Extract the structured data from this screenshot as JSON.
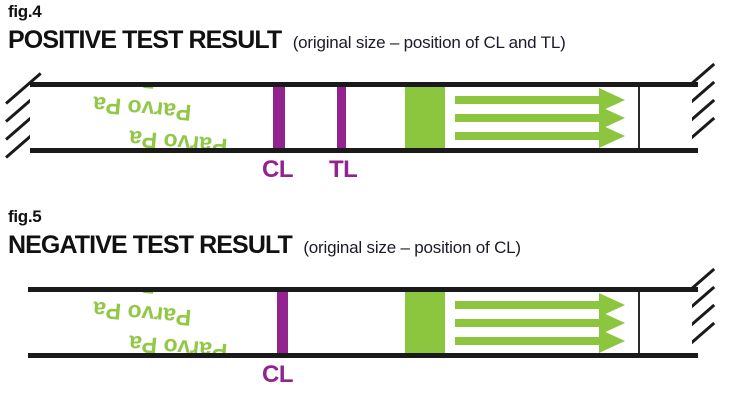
{
  "figures": [
    {
      "fig_number": "fig.4",
      "title": "POSITIVE TEST RESULT",
      "subtitle": "(original size – position of CL and TL)",
      "watermark_text": "Parvo Pa",
      "markers": [
        {
          "label": "CL",
          "name": "control-line"
        },
        {
          "label": "TL",
          "name": "test-line"
        }
      ],
      "arrow_count": 3
    },
    {
      "fig_number": "fig.5",
      "title": "NEGATIVE TEST RESULT",
      "subtitle": "(original size – position of CL)",
      "watermark_text": "Parvo Pa",
      "markers": [
        {
          "label": "CL",
          "name": "control-line"
        }
      ],
      "arrow_count": 3
    }
  ],
  "colors": {
    "line_purple": "#93248F",
    "pad_green": "#8CC63E",
    "strip_outline": "#1A1A1A",
    "text": "#111111"
  }
}
